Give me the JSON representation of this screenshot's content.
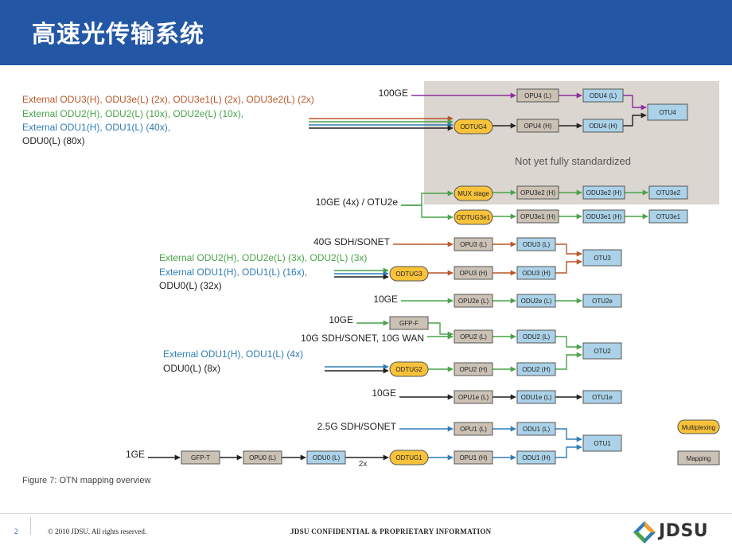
{
  "title": "高速光传输系统",
  "colors": {
    "brown": "#b9572a",
    "green": "#4aa24a",
    "blue": "#2f7db5",
    "dark": "#222222",
    "purple": "#8e2ba0",
    "grey_box": "#cbc2b5",
    "blue_box": "#abd2e8",
    "yellow": "#f8c23a",
    "shade": "#dbd6cf"
  },
  "sources": [
    {
      "text": "External ODU3(H), ODU3e(L) (2x), ODU3e1(L) (2x), ODU3e2(L) (2x)",
      "color": "#b9572a"
    },
    {
      "text": "External ODU2(H), ODU2(L) (10x), ODU2e(L) (10x),",
      "color": "#4aa24a"
    },
    {
      "text": "External ODU1(H), ODU1(L) (40x),",
      "color": "#2f7db5"
    },
    {
      "text": "ODU0(L) (80x)",
      "color": "#222222"
    },
    {
      "text": "100GE",
      "color": "#222222"
    },
    {
      "text": "10GE (4x) / OTU2e",
      "color": "#222222"
    },
    {
      "text": "40G SDH/SONET",
      "color": "#222222"
    },
    {
      "text": "External ODU2(H), ODU2e(L) (3x), ODU2(L) (3x)",
      "color": "#4aa24a"
    },
    {
      "text": "External ODU1(H), ODU1(L) (16x),",
      "color": "#2f7db5"
    },
    {
      "text": "ODU0(L) (32x)",
      "color": "#222222"
    },
    {
      "text": "10GE",
      "color": "#222222"
    },
    {
      "text": "10GE",
      "color": "#222222"
    },
    {
      "text": "10G SDH/SONET, 10G WAN",
      "color": "#222222"
    },
    {
      "text": "External ODU1(H), ODU1(L) (4x)",
      "color": "#2f7db5"
    },
    {
      "text": "ODU0(L) (8x)",
      "color": "#222222"
    },
    {
      "text": "10GE",
      "color": "#222222"
    },
    {
      "text": "2.5G SDH/SONET",
      "color": "#222222"
    },
    {
      "text": "1GE",
      "color": "#222222"
    }
  ],
  "shaded_label": "Not yet fully standardized",
  "boxes": [
    {
      "id": "opu4l",
      "label": "OPU4 (L)",
      "kind": "grey"
    },
    {
      "id": "odu4l",
      "label": "ODU4 (L)",
      "kind": "blue"
    },
    {
      "id": "otu4",
      "label": "OTU4",
      "kind": "blue"
    },
    {
      "id": "odtug4",
      "label": "ODTUG4",
      "kind": "yellow"
    },
    {
      "id": "opu4h",
      "label": "OPU4 (H)",
      "kind": "grey"
    },
    {
      "id": "odu4h",
      "label": "ODU4 (H)",
      "kind": "blue"
    },
    {
      "id": "mux",
      "label": "MUX stage",
      "kind": "yellow"
    },
    {
      "id": "opu3e2",
      "label": "OPU3e2 (H)",
      "kind": "grey"
    },
    {
      "id": "odu3e2",
      "label": "ODU3e2 (H)",
      "kind": "blue"
    },
    {
      "id": "otu3e2",
      "label": "OTU3e2",
      "kind": "blue"
    },
    {
      "id": "odtug3e1",
      "label": "ODTUG3e1",
      "kind": "yellow"
    },
    {
      "id": "opu3e1",
      "label": "OPU3e1 (H)",
      "kind": "grey"
    },
    {
      "id": "odu3e1",
      "label": "ODU3e1 (H)",
      "kind": "blue"
    },
    {
      "id": "otu3e1",
      "label": "OTU3e1",
      "kind": "blue"
    },
    {
      "id": "opu3l",
      "label": "OPU3 (L)",
      "kind": "grey"
    },
    {
      "id": "odu3l",
      "label": "ODU3 (L)",
      "kind": "blue"
    },
    {
      "id": "otu3",
      "label": "OTU3",
      "kind": "blue"
    },
    {
      "id": "odtug3",
      "label": "ODTUG3",
      "kind": "yellow"
    },
    {
      "id": "opu3h",
      "label": "OPU3 (H)",
      "kind": "grey"
    },
    {
      "id": "odu3h",
      "label": "ODU3 (H)",
      "kind": "blue"
    },
    {
      "id": "opu2el",
      "label": "OPU2e (L)",
      "kind": "grey"
    },
    {
      "id": "odu2el",
      "label": "ODU2e (L)",
      "kind": "blue"
    },
    {
      "id": "otu2e",
      "label": "OTU2e",
      "kind": "blue"
    },
    {
      "id": "gfpf",
      "label": "GFP-F",
      "kind": "grey"
    },
    {
      "id": "opu2l",
      "label": "OPU2 (L)",
      "kind": "grey"
    },
    {
      "id": "odu2l",
      "label": "ODU2 (L)",
      "kind": "blue"
    },
    {
      "id": "otu2",
      "label": "OTU2",
      "kind": "blue"
    },
    {
      "id": "odtug2",
      "label": "ODTUG2",
      "kind": "yellow"
    },
    {
      "id": "opu2h",
      "label": "OPU2 (H)",
      "kind": "grey"
    },
    {
      "id": "odu2h",
      "label": "ODU2 (H)",
      "kind": "blue"
    },
    {
      "id": "opu1el",
      "label": "OPU1e (L)",
      "kind": "grey"
    },
    {
      "id": "odu1el",
      "label": "ODU1e (L)",
      "kind": "blue"
    },
    {
      "id": "otu1e",
      "label": "OTU1e",
      "kind": "blue"
    },
    {
      "id": "opu1l",
      "label": "OPU1 (L)",
      "kind": "grey"
    },
    {
      "id": "odu1l",
      "label": "ODU1 (L)",
      "kind": "blue"
    },
    {
      "id": "otu1",
      "label": "OTU1",
      "kind": "blue"
    },
    {
      "id": "gfpt",
      "label": "GFP-T",
      "kind": "grey"
    },
    {
      "id": "opu0l",
      "label": "OPU0 (L)",
      "kind": "grey"
    },
    {
      "id": "odu0l",
      "label": "ODU0 (L)",
      "kind": "blue"
    },
    {
      "id": "odtug1",
      "label": "ODTUG1",
      "kind": "yellow"
    },
    {
      "id": "opu1h",
      "label": "OPU1 (H)",
      "kind": "grey"
    },
    {
      "id": "odu1h",
      "label": "ODU1 (H)",
      "kind": "blue"
    }
  ],
  "multiplier_label": "2x",
  "legend": [
    {
      "label": "Multiplexing",
      "kind": "yellow"
    },
    {
      "label": "Mapping",
      "kind": "grey"
    }
  ],
  "caption": "Figure 7:  OTN mapping overview",
  "footer": {
    "page": "2",
    "copyright": "© 2010 JDSU.  All rights reserved.",
    "confidential": "JDSU CONFIDENTIAL  &  PROPRIETARY  INFORMATION",
    "logo": "JDSU"
  }
}
